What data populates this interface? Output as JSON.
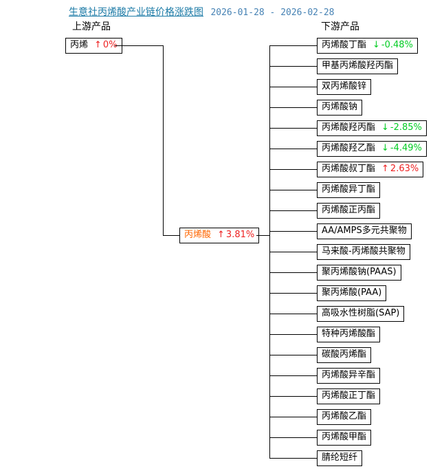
{
  "title": {
    "text": "生意社丙烯酸产业链价格涨跌图",
    "date_range": "2026-01-28 - 2026-02-28"
  },
  "upstream_label": "上游产品",
  "downstream_label": "下游产品",
  "upstream_node": {
    "name": "丙烯",
    "arrow": "↑",
    "change": "0%",
    "dir": "up"
  },
  "center_node": {
    "name": "丙烯酸",
    "arrow": "↑",
    "change": "3.81%",
    "dir": "up"
  },
  "downstream_items": [
    {
      "name": "丙烯酸丁酯",
      "arrow": "↓",
      "change": "-0.48%",
      "dir": "down"
    },
    {
      "name": "甲基丙烯酸羟丙酯"
    },
    {
      "name": "双丙烯酸锌"
    },
    {
      "name": "丙烯酸钠"
    },
    {
      "name": "丙烯酸羟丙酯",
      "arrow": "↓",
      "change": "-2.85%",
      "dir": "down"
    },
    {
      "name": "丙烯酸羟乙酯",
      "arrow": "↓",
      "change": "-4.49%",
      "dir": "down"
    },
    {
      "name": "丙烯酸叔丁酯",
      "arrow": "↑",
      "change": "2.63%",
      "dir": "up"
    },
    {
      "name": "丙烯酸异丁酯"
    },
    {
      "name": "丙烯酸正丙酯"
    },
    {
      "name": "AA/AMPS多元共聚物"
    },
    {
      "name": "马来酸-丙烯酸共聚物"
    },
    {
      "name": "聚丙烯酸钠(PAAS)"
    },
    {
      "name": "聚丙烯酸(PAA)"
    },
    {
      "name": "高吸水性树脂(SAP)"
    },
    {
      "name": "特种丙烯酸酯"
    },
    {
      "name": "碳酸丙烯酯"
    },
    {
      "name": "丙烯酸异辛酯"
    },
    {
      "name": "丙烯酸正丁酯"
    },
    {
      "name": "丙烯酸乙酯"
    },
    {
      "name": "丙烯酸甲酯"
    },
    {
      "name": "腈纶短纤"
    }
  ],
  "colors": {
    "up_change": "#ee2222",
    "down_change": "#00cc22",
    "center_name": "#ff6600",
    "title_link": "#1b7aa6",
    "date_text": "#4682b4",
    "line": "#000000"
  }
}
